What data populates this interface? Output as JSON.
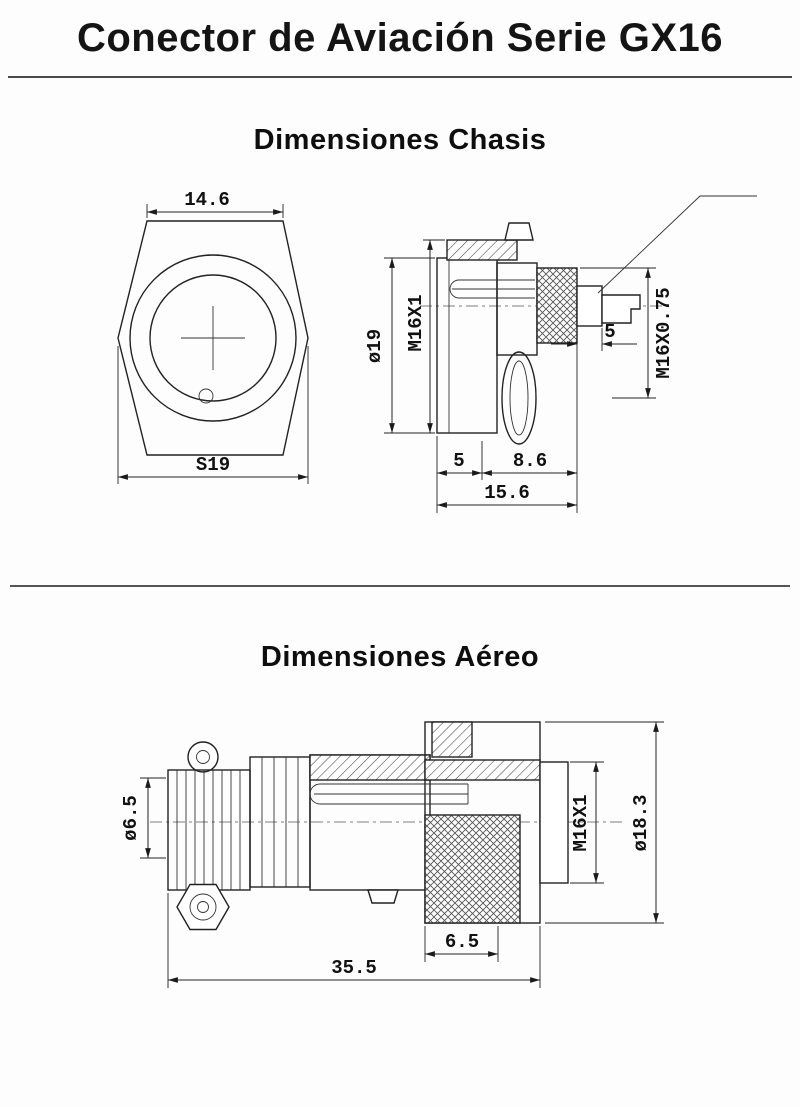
{
  "page": {
    "title": "Conector de Aviación Serie GX16"
  },
  "sections": {
    "chasis": {
      "heading": "Dimensiones Chasis",
      "front_view": {
        "dim_top_width": "14.6",
        "dim_hex_size": "S19"
      },
      "side_view": {
        "dim_diameter": "ø19",
        "dim_front_thread": "M16X1",
        "dim_rear_thread": "M16X0.75",
        "dim_rear_length": "5",
        "dim_body_length": "5",
        "dim_mid_length": "8.6",
        "dim_total_length": "15.6"
      }
    },
    "aereo": {
      "heading": "Dimensiones Aéreo",
      "side_view": {
        "dim_cable_diameter": "ø6.5",
        "dim_thread": "M16X1",
        "dim_outer_diameter": "ø18.3",
        "dim_knurl_length": "6.5",
        "dim_total_length": "35.5"
      }
    }
  }
}
